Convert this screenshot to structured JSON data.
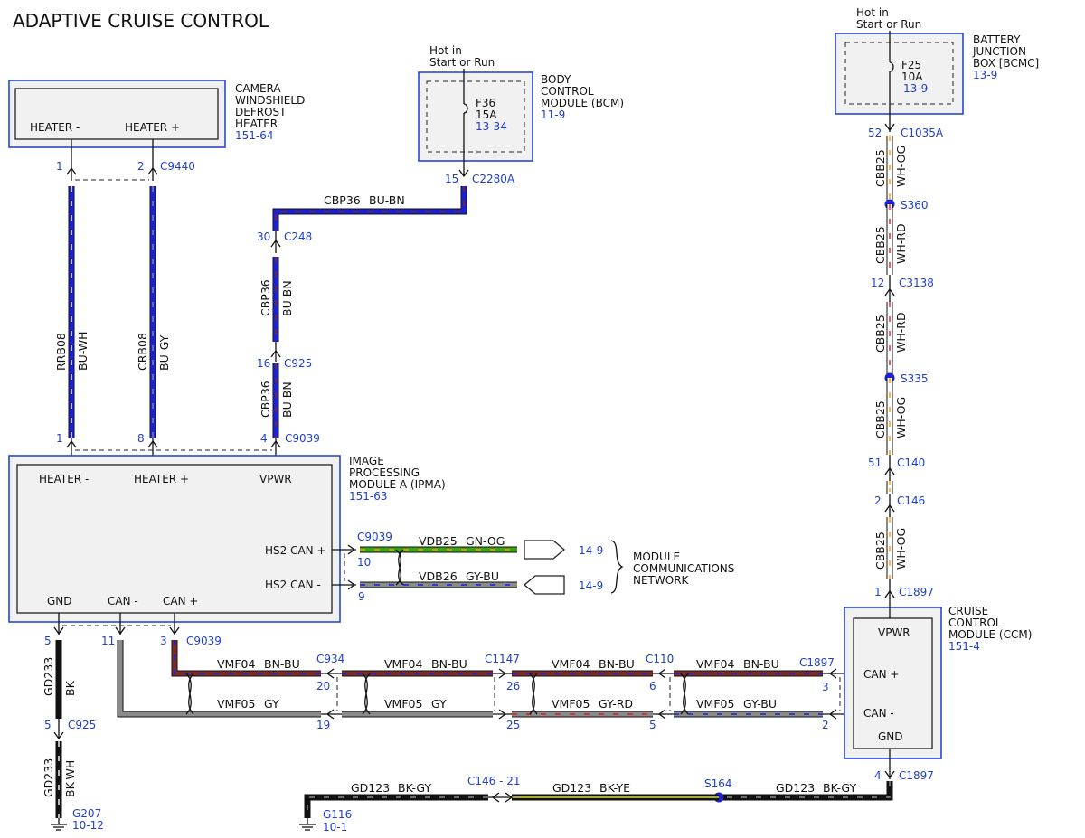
{
  "title": "ADAPTIVE CRUISE CONTROL",
  "camera": {
    "name_lines": [
      "CAMERA",
      "WINDSHIELD",
      "DEFROST",
      "HEATER"
    ],
    "ref": "151-64",
    "heater_minus": "HEATER -",
    "heater_plus": "HEATER +",
    "connector": "C9440",
    "pin_a": "1",
    "pin_b": "2"
  },
  "bcm": {
    "hot_lines": [
      "Hot in",
      "Start or Run"
    ],
    "name_lines": [
      "BODY",
      "CONTROL",
      "MODULE (BCM)"
    ],
    "ref": "11-9",
    "fuse": "F36",
    "amps": "15A",
    "fuse_ref": "13-34",
    "pin": "15",
    "connector": "C2280A"
  },
  "bjb": {
    "hot_lines": [
      "Hot in",
      "Start or Run"
    ],
    "name_lines": [
      "BATTERY",
      "JUNCTION",
      "BOX [BCMC]"
    ],
    "ref": "13-9",
    "fuse": "F25",
    "amps": "10A",
    "fuse_ref": "13-9",
    "pin": "52",
    "connector": "C1035A"
  },
  "ipma": {
    "name_lines": [
      "IMAGE",
      "PROCESSING",
      "MODULE A (IPMA)"
    ],
    "ref": "151-63",
    "heater_minus": "HEATER -",
    "heater_plus": "HEATER +",
    "vpwr": "VPWR",
    "hs2_plus": "HS2 CAN +",
    "hs2_minus": "HS2 CAN -",
    "gnd": "GND",
    "can_minus": "CAN -",
    "can_plus": "CAN +"
  },
  "ccm": {
    "name_lines": [
      "CRUISE",
      "CONTROL",
      "MODULE (CCM)"
    ],
    "ref": "151-4",
    "vpwr": "VPWR",
    "can_plus": "CAN +",
    "can_minus": "CAN -",
    "gnd": "GND"
  },
  "network": {
    "name_lines": [
      "MODULE",
      "COMMUNICATIONS",
      "NETWORK"
    ],
    "ref_a": "14-9",
    "ref_b": "14-9"
  },
  "connectors": {
    "c9039_top": "C9039",
    "c248": "C248",
    "c925_top": "C925",
    "c9039_hs": "C9039",
    "c9039_can": "C9039",
    "c925_gnd": "C925",
    "c934": "C934",
    "c1147": "C1147",
    "c110": "C110",
    "c1897_can": "C1897",
    "c1897_vpwr": "C1897",
    "c1897_gnd": "C1897",
    "c3138": "C3138",
    "c140": "C140",
    "c146": "C146",
    "c146_21": "C146 - 21"
  },
  "pins": {
    "ipma_h1": "1",
    "ipma_h8": "8",
    "ipma_v4": "4",
    "c248": "30",
    "c925": "16",
    "hs_plus": "10",
    "hs_minus": "9",
    "ipma_gnd": "5",
    "ipma_canm": "11",
    "ipma_canp": "3",
    "c925_gnd": "5",
    "c934_p": "20",
    "c934_m": "19",
    "c1147_p": "26",
    "c1147_m": "25",
    "c110_p": "6",
    "c110_m": "5",
    "ccm_p": "3",
    "ccm_m": "2",
    "c3138": "12",
    "c140": "51",
    "c146": "2",
    "ccm_vpwr": "1",
    "ccm_gnd": "4"
  },
  "splices": {
    "s360": "S360",
    "s335": "S335",
    "s164": "S164"
  },
  "grounds": {
    "g207": "G207",
    "g207_ref": "10-12",
    "g116": "G116",
    "g116_ref": "10-1"
  },
  "wires": {
    "rrb08": {
      "circuit": "RRB08",
      "color": "BU-WH"
    },
    "crb08": {
      "circuit": "CRB08",
      "color": "BU-GY"
    },
    "cbp36_top": {
      "circuit": "CBP36",
      "color": "BU-BN"
    },
    "cbp36_a": {
      "circuit": "CBP36",
      "color": "BU-BN"
    },
    "cbp36_b": {
      "circuit": "CBP36",
      "color": "BU-BN"
    },
    "vdb25": {
      "circuit": "VDB25",
      "color": "GN-OG"
    },
    "vdb26": {
      "circuit": "VDB26",
      "color": "GY-BU"
    },
    "gd233_a": {
      "circuit": "GD233",
      "color": "BK"
    },
    "gd233_b": {
      "circuit": "GD233",
      "color": "BK-WH"
    },
    "vmf04_1": {
      "circuit": "VMF04",
      "color": "BN-BU"
    },
    "vmf04_2": {
      "circuit": "VMF04",
      "color": "BN-BU"
    },
    "vmf04_3": {
      "circuit": "VMF04",
      "color": "BN-BU"
    },
    "vmf04_4": {
      "circuit": "VMF04",
      "color": "BN-BU"
    },
    "vmf05_1": {
      "circuit": "VMF05",
      "color": "GY"
    },
    "vmf05_2": {
      "circuit": "VMF05",
      "color": "GY"
    },
    "vmf05_3": {
      "circuit": "VMF05",
      "color": "GY-RD"
    },
    "vmf05_4": {
      "circuit": "VMF05",
      "color": "GY-BU"
    },
    "cbb25_1": {
      "circuit": "CBB25",
      "color": "WH-OG"
    },
    "cbb25_2": {
      "circuit": "CBB25",
      "color": "WH-RD"
    },
    "cbb25_3": {
      "circuit": "CBB25",
      "color": "WH-RD"
    },
    "cbb25_4": {
      "circuit": "CBB25",
      "color": "WH-OG"
    },
    "cbb25_5": {
      "circuit": "CBB25",
      "color": "WH-OG"
    },
    "gd123_a": {
      "circuit": "GD123",
      "color": "BK-GY"
    },
    "gd123_b": {
      "circuit": "GD123",
      "color": "BK-YE"
    },
    "gd123_c": {
      "circuit": "GD123",
      "color": "BK-GY"
    }
  },
  "colors": {
    "BU": "#1c22d4",
    "BN": "#7a2a2a",
    "GN": "#3aa51a",
    "OG": "#ff9a00",
    "GY": "#8a8a8a",
    "BK": "#111111",
    "WH": "#ffffff",
    "RD": "#e02020",
    "YE": "#e8e800",
    "ref_text": "#1f3fd0",
    "module_outline": "#2a46d6"
  }
}
